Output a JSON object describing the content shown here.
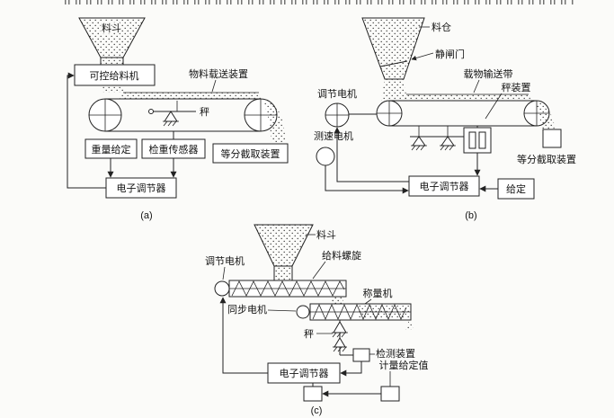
{
  "page": {
    "background_color": "#fbfbf9",
    "ink_color": "#222222"
  },
  "figures": {
    "a": {
      "caption": "(a)",
      "labels": {
        "hopper": "料斗",
        "feeder": "可控给料机",
        "conveyor": "物料载送装置",
        "scale": "秤",
        "weight_setpoint": "重量给定",
        "check_weigh_sensor": "检重传感器",
        "equal_cut_device": "等分截取装置",
        "regulator": "电子调节器"
      }
    },
    "b": {
      "caption": "(b)",
      "labels": {
        "silo": "料仓",
        "static_gate": "静闸门",
        "carrier_belt": "载物输送带",
        "scale_device": "秤装置",
        "adjust_motor": "调节电机",
        "speed_motor": "测速电机",
        "regulator": "电子调节器",
        "equal_cut_device": "等分截取装置",
        "setpoint": "给定"
      }
    },
    "c": {
      "caption": "(c)",
      "labels": {
        "hopper": "料斗",
        "feed_screw": "给料螺旋",
        "adjust_motor": "调节电机",
        "sync_motor": "同步电机",
        "weigher": "称量机",
        "scale": "秤",
        "detector": "检测装置",
        "regulator": "电子调节器",
        "meter_setpoint": "计量给定值"
      }
    }
  }
}
